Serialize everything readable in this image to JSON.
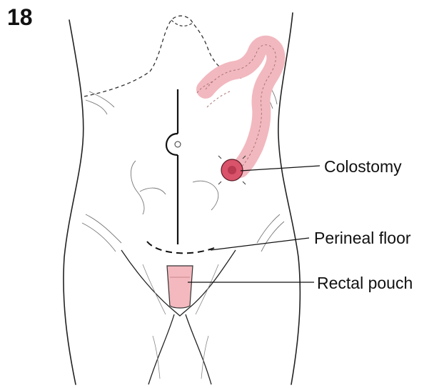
{
  "figure": {
    "number": "18",
    "labels": {
      "colostomy": "Colostomy",
      "perineal_floor": "Perineal floor",
      "rectal_pouch": "Rectal pouch"
    }
  },
  "colors": {
    "outline": "#222222",
    "bowel_fill": "#f2b8bf",
    "stoma_fill": "#d9536a",
    "pouch_fill": "#f3b9bf"
  }
}
